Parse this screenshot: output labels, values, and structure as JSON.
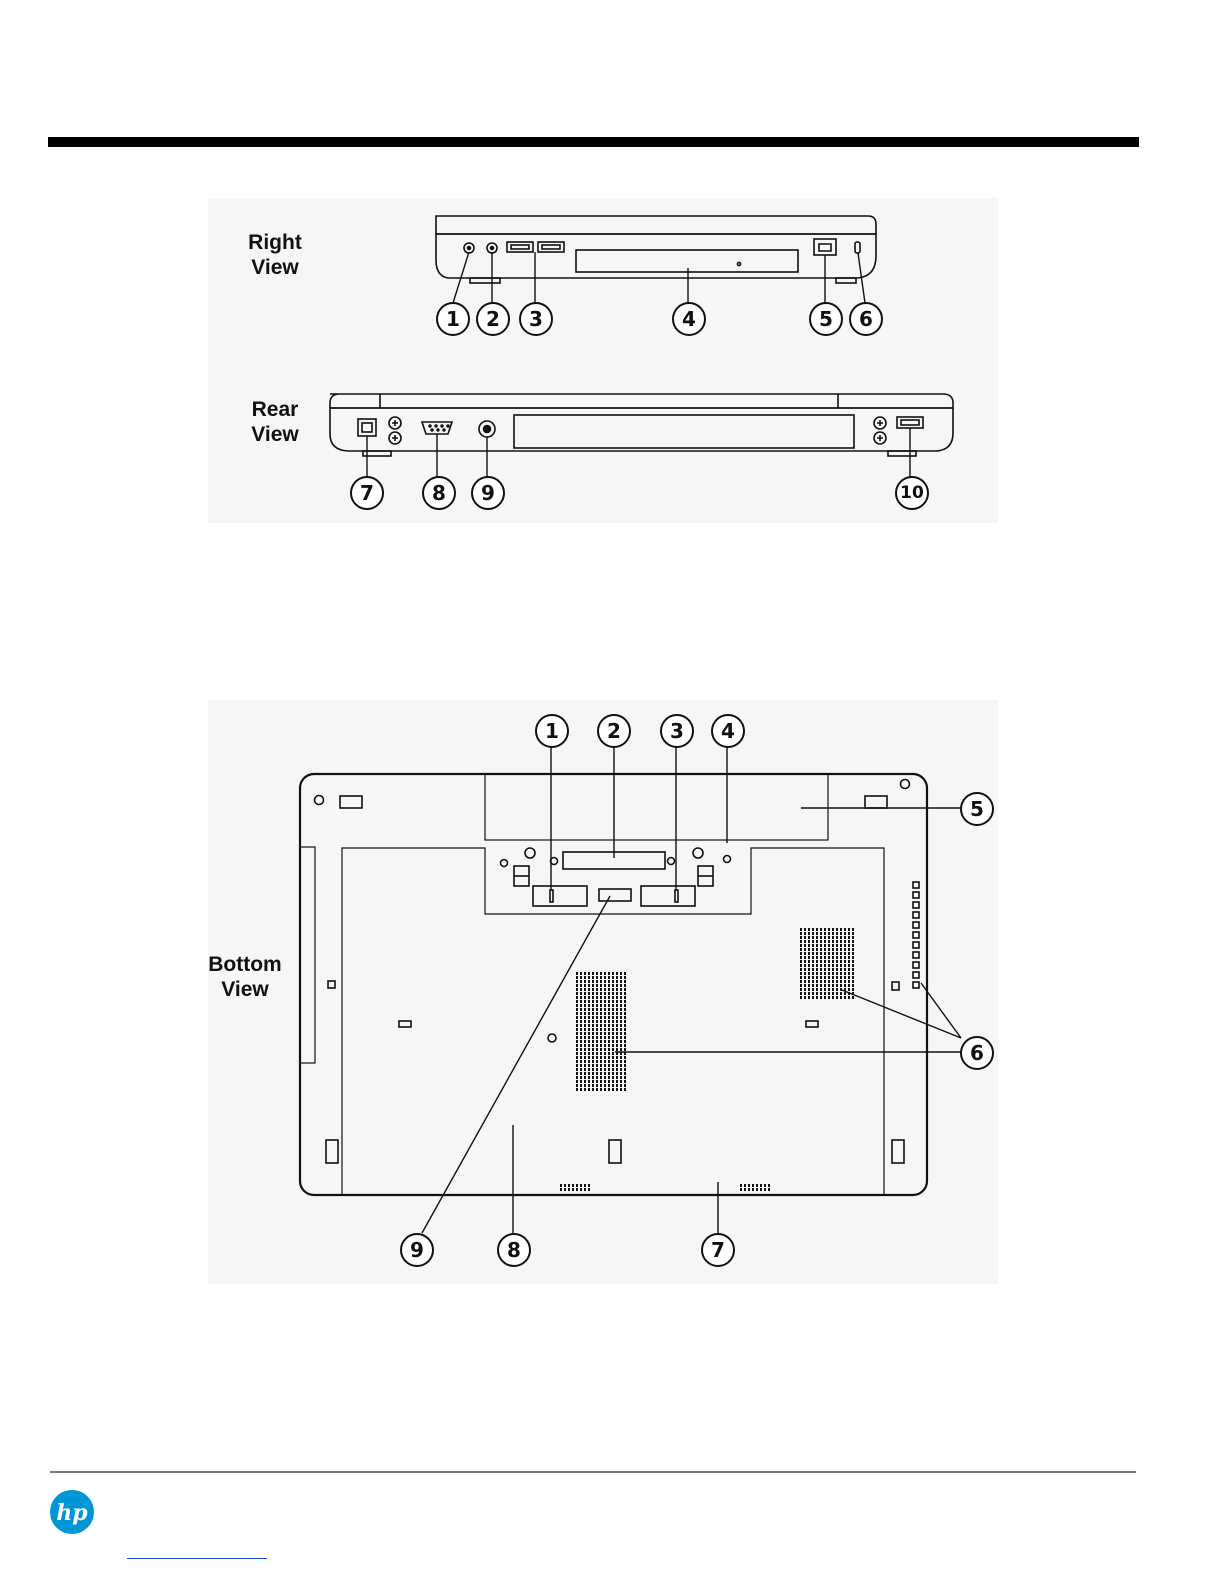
{
  "views": {
    "right": {
      "label_line1": "Right",
      "label_line2": "View",
      "callouts": [
        "1",
        "2",
        "3",
        "4",
        "5",
        "6"
      ]
    },
    "rear": {
      "label_line1": "Rear",
      "label_line2": "View",
      "callouts": [
        "7",
        "8",
        "9",
        "10"
      ]
    },
    "bottom": {
      "label_line1": "Bottom",
      "label_line2": "View",
      "callouts": [
        "1",
        "2",
        "3",
        "4",
        "5",
        "6",
        "7",
        "8",
        "9"
      ]
    }
  },
  "logo": {
    "text": "hp",
    "color": "#0096d6"
  },
  "colors": {
    "rule": "#000000",
    "panel": "#f6f6f6",
    "line": "#111111"
  }
}
